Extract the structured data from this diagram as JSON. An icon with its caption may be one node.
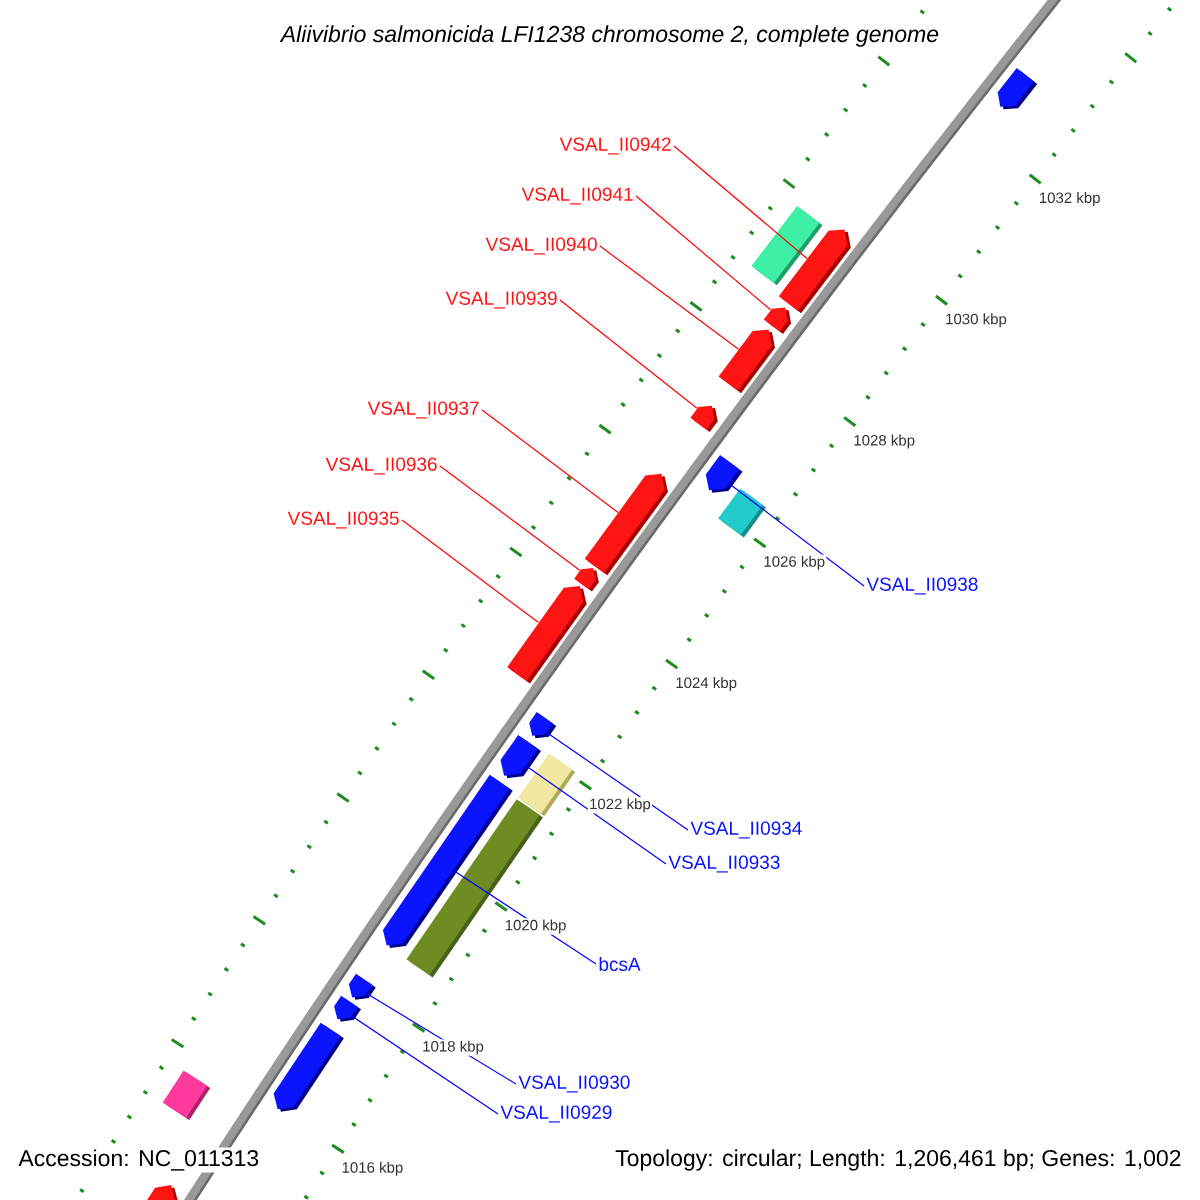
{
  "diagram": {
    "title": "Aliivibrio salmonicida LFI1238 chromosome 2, complete genome",
    "nodes": [
      {
        "text": [
          "VSAL_II0942"
        ]
      },
      {
        "text": [
          "VSAL_II0941"
        ]
      },
      {
        "text": [
          "VSAL_II0940"
        ]
      },
      {
        "text": [
          "VSAL_II0939"
        ]
      },
      {
        "text": [
          "VSAL_II0937"
        ]
      },
      {
        "text": [
          "VSAL_II0936"
        ]
      },
      {
        "text": [
          "VSAL_II0935"
        ]
      },
      {
        "text": [
          "VSAL_II0938"
        ]
      },
      {
        "text": [
          "VSAL_II0934"
        ]
      },
      {
        "text": [
          "VSAL_II0933"
        ]
      },
      {
        "text": [
          "bcsA"
        ]
      },
      {
        "text": [
          "VSAL_II0930"
        ]
      },
      {
        "text": [
          "VSAL_II0929"
        ]
      },
      {
        "text": [],
        "shape": "pentagon"
      },
      {
        "text": [],
        "shape": "bar"
      },
      {
        "text": [],
        "shape": "pentagon"
      },
      {
        "text": [],
        "shape": "pentagon"
      },
      {
        "text": [],
        "shape": "pentagon"
      },
      {
        "text": [],
        "shape": "pentagon"
      },
      {
        "text": [],
        "shape": "pentagon"
      },
      {
        "text": [],
        "shape": "bar"
      },
      {
        "text": [],
        "shape": "pentagon"
      },
      {
        "text": [],
        "shape": "pentagon"
      },
      {
        "text": [],
        "shape": "pentagon"
      },
      {
        "text": [],
        "shape": "pentagon"
      },
      {
        "text": [],
        "shape": "bar"
      },
      {
        "text": [],
        "shape": "pentagon"
      },
      {
        "text": [],
        "shape": "pentagon"
      },
      {
        "text": [],
        "shape": "bar"
      },
      {
        "text": [],
        "shape": "pentagon"
      },
      {
        "text": [],
        "shape": "pentagon"
      },
      {
        "text": [],
        "shape": "pentagon"
      },
      {
        "text": [],
        "shape": "bar"
      },
      {
        "text": [],
        "shape": "pentagon"
      }
    ],
    "edges": [
      {
        "from": 0,
        "to": 15,
        "arrow": "none"
      },
      {
        "from": 1,
        "to": 16,
        "arrow": "none"
      },
      {
        "from": 2,
        "to": 17,
        "arrow": "none"
      },
      {
        "from": 3,
        "to": 18,
        "arrow": "none"
      },
      {
        "from": 4,
        "to": 21,
        "arrow": "none"
      },
      {
        "from": 5,
        "to": 22,
        "arrow": "none"
      },
      {
        "from": 6,
        "to": 23,
        "arrow": "none"
      },
      {
        "from": 7,
        "to": 19,
        "arrow": "none",
        "color": "#0000ff"
      },
      {
        "from": 8,
        "to": 24,
        "arrow": "none",
        "color": "#0000ff"
      },
      {
        "from": 9,
        "to": 26,
        "arrow": "none",
        "color": "#0000ff"
      },
      {
        "from": 10,
        "to": 27,
        "arrow": "none",
        "color": "#0000ff"
      },
      {
        "from": 11,
        "to": 29,
        "arrow": "none",
        "color": "#0000ff"
      },
      {
        "from": 12,
        "to": 30,
        "arrow": "none",
        "color": "#0000ff"
      }
    ],
    "labels": [
      "1032 kbp",
      "1030 kbp",
      "1028 kbp",
      "1026 kbp",
      "1024 kbp",
      "1022 kbp",
      "1020 kbp",
      "1018 kbp",
      "1016 kbp",
      "Accession: NC_011313",
      "Topology: circular; Length: 1,206,461 bp; Genes: 1,002"
    ]
  }
}
